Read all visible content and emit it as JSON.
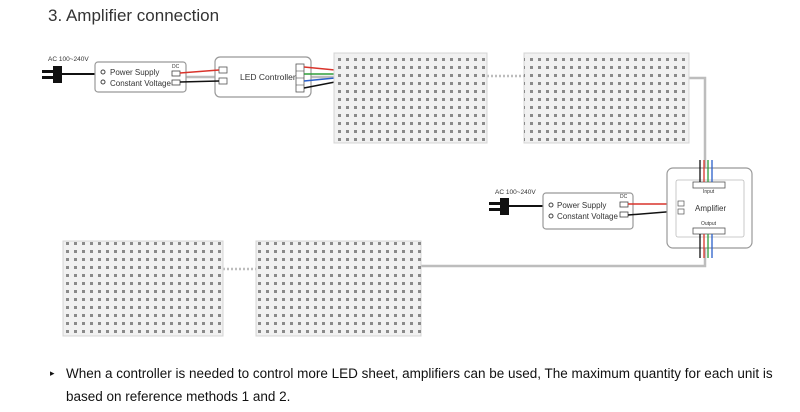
{
  "heading": "3. Amplifier connection",
  "top_row": {
    "ac_input_label": "AC 100~240V",
    "power_supply": {
      "line1": "Power Supply",
      "line2": "Constant Voltage",
      "dc_label": "DC"
    },
    "controller_label": "LED Controller"
  },
  "amplifier_unit": {
    "ac_input_label": "AC 100~240V",
    "power_supply": {
      "line1": "Power Supply",
      "line2": "Constant Voltage",
      "dc_label": "DC"
    },
    "input_label": "Input",
    "amplifier_label": "Amplifier",
    "output_label": "Output"
  },
  "note": {
    "bullet": "▸",
    "text": "When a controller is needed to control more LED sheet, amplifiers can be used, The maximum quantity for each unit is based on reference methods 1 and 2."
  },
  "colors": {
    "wire": "#bdbdbd",
    "box_border": "#999999",
    "red_wire": "#d9342b",
    "green_wire": "#2e9d3a",
    "blue_wire": "#2a5fc9"
  }
}
